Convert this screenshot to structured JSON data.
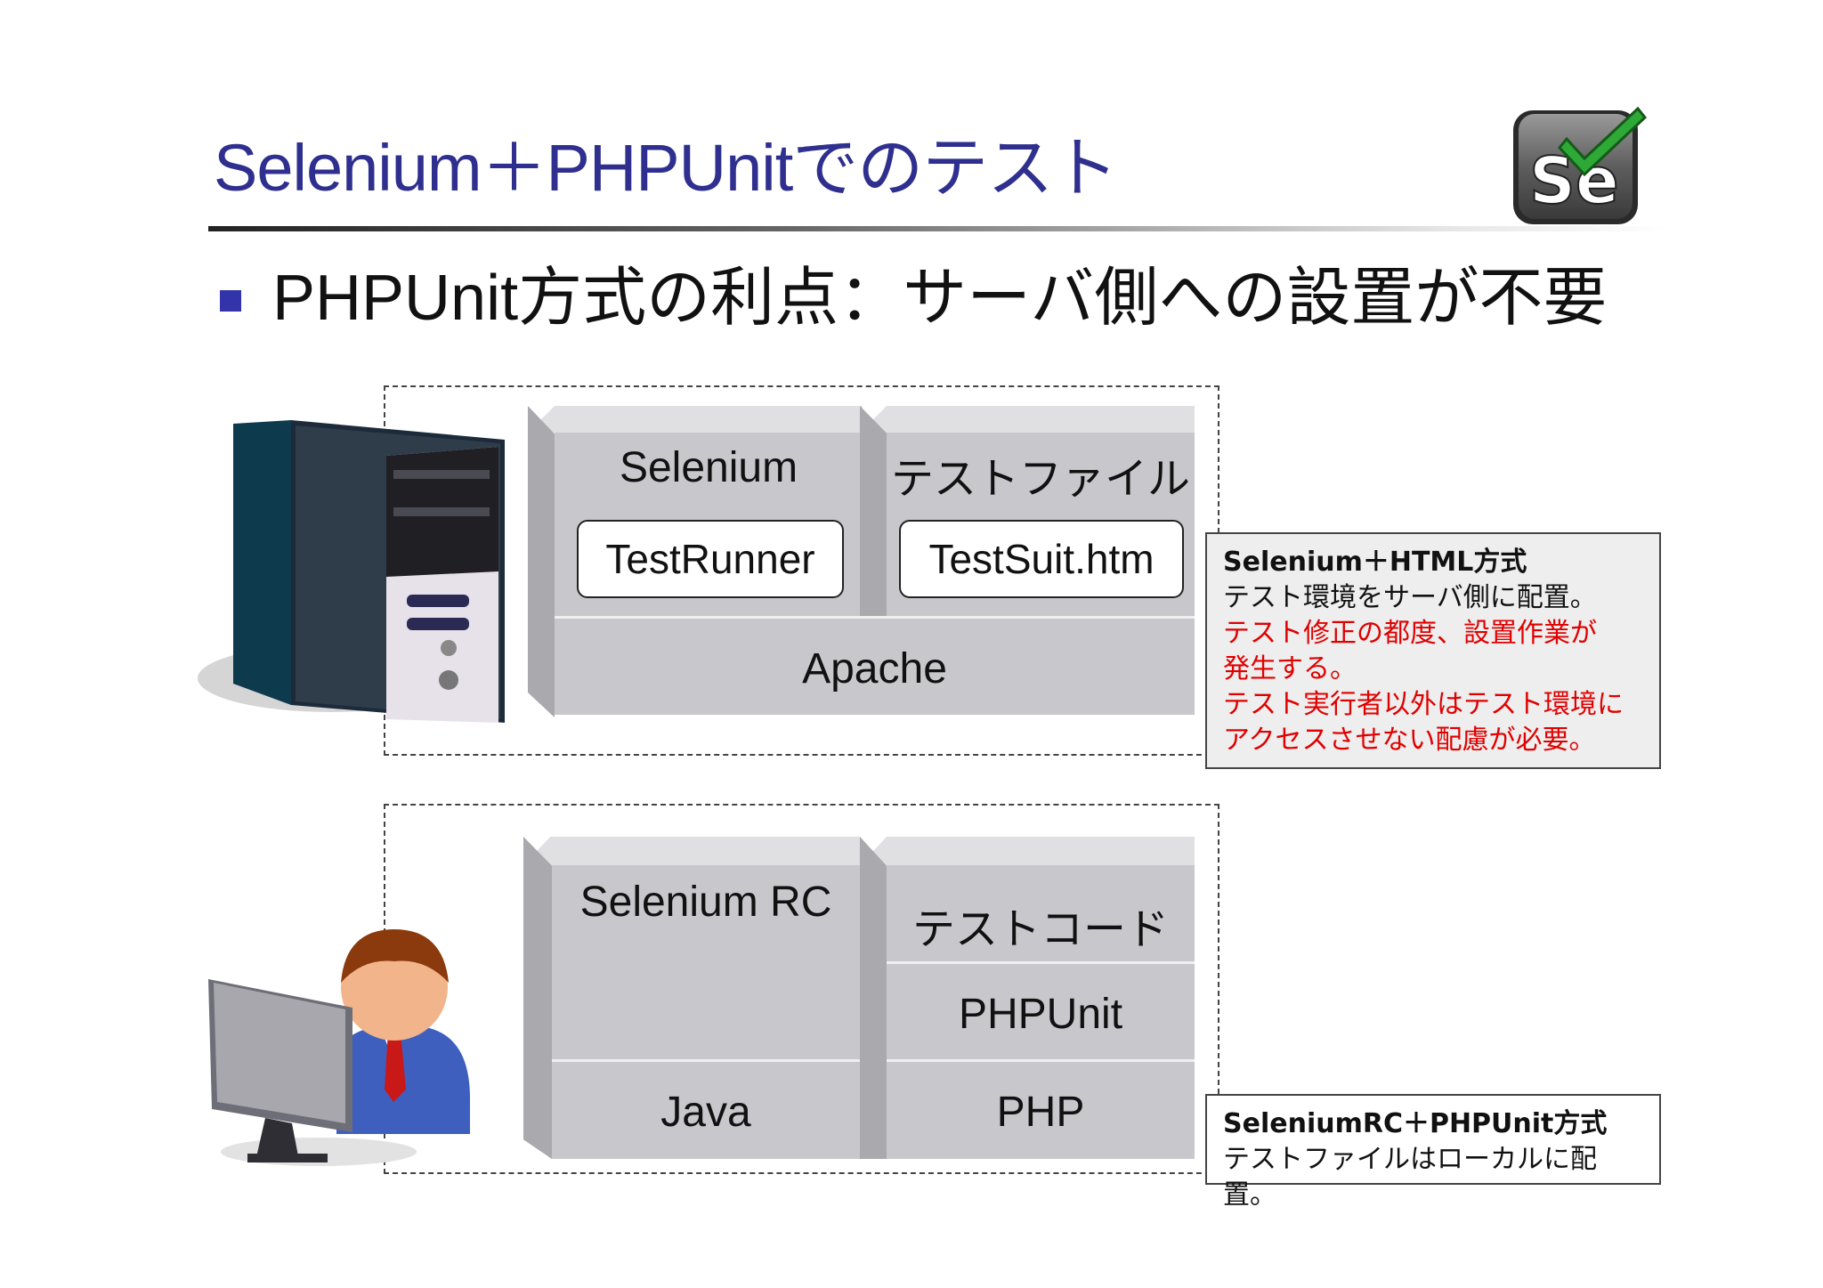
{
  "title": "Selenium＋PHPUnitでのテスト",
  "bullet": "PHPUnit方式の利点：サーバ側への設置が不要",
  "logo": {
    "text": "Se",
    "icon": "selenium-logo-icon",
    "check_color": "#2ea836"
  },
  "top_stack": {
    "selenium_label": "Selenium",
    "testfile_label": "テストファイル",
    "testrunner_label": "TestRunner",
    "testsuit_label": "TestSuit.htm",
    "apache_label": "Apache"
  },
  "bottom_stack": {
    "selenium_rc_label": "Selenium RC",
    "java_label": "Java",
    "testcode_label": "テストコード",
    "phpunit_label": "PHPUnit",
    "php_label": "PHP"
  },
  "note_top": {
    "heading": "Selenium＋HTML方式",
    "line1": "テスト環境をサーバ側に配置。",
    "red1": "テスト修正の都度、設置作業が",
    "red2": "発生する。",
    "red3": "テスト実行者以外はテスト環境に",
    "red4": "アクセスさせない配慮が必要。"
  },
  "note_bottom": {
    "heading": "SeleniumRC＋PHPUnit方式",
    "line1": "テストファイルはローカルに配置。"
  },
  "colors": {
    "title": "#2f2f8f",
    "bullet": "#3333aa",
    "warning": "#e00000"
  }
}
